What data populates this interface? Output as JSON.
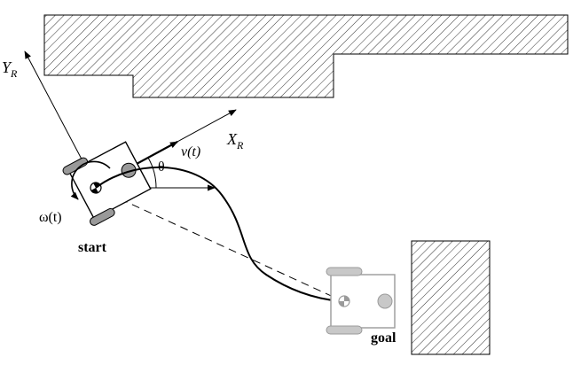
{
  "labels": {
    "y_axis": "Y",
    "y_axis_sub": "R",
    "x_axis": "X",
    "x_axis_sub": "R",
    "velocity": "v(t)",
    "angle": "θ",
    "angular_velocity": "ω(t)",
    "start": "start",
    "goal": "goal"
  },
  "colors": {
    "line": "#000000",
    "hatch": "#000000",
    "robot_body": "#000000",
    "goal_robot": "#9a9a9a",
    "wheel_fill": "#999999",
    "goal_wheel_fill": "#c8c8c8"
  }
}
